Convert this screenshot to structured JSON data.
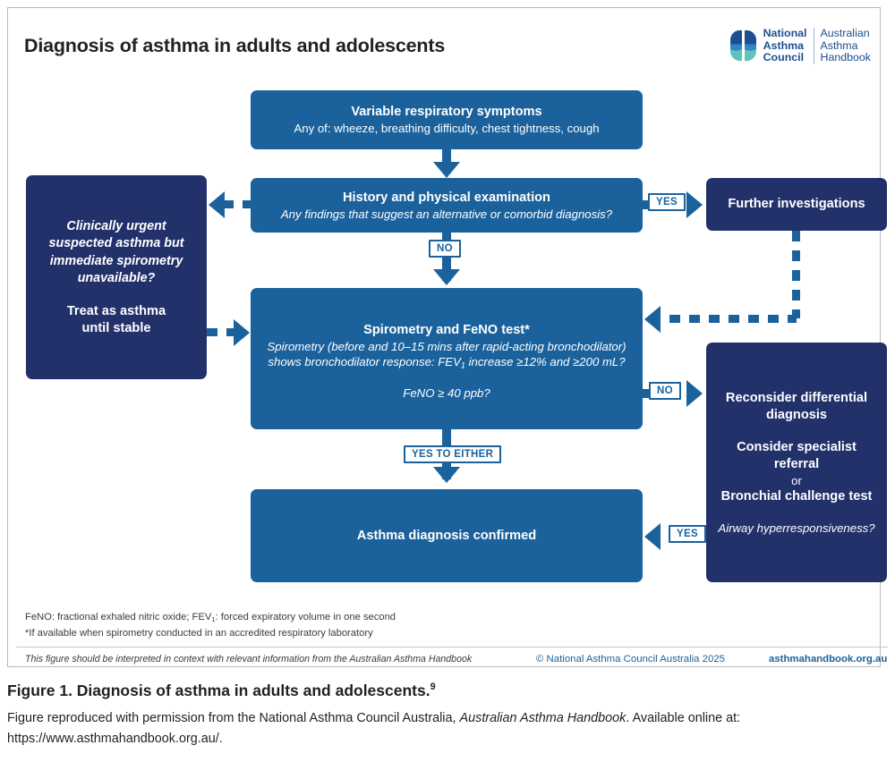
{
  "figure": {
    "title": "Diagnosis of asthma in adults and adolescents",
    "logo": {
      "left_line1": "National",
      "left_line2": "Asthma",
      "left_line3": "Council",
      "right_line1": "Australian",
      "right_line2": "Asthma",
      "right_line3": "Handbook",
      "icon": "lungs-icon"
    }
  },
  "nodes": {
    "symptoms": {
      "title": "Variable respiratory symptoms",
      "sub": "Any of: wheeze, breathing difficulty, chest tightness, cough"
    },
    "history": {
      "title": "History and physical examination",
      "sub": "Any findings that suggest an alternative or comorbid diagnosis?"
    },
    "urgent": {
      "question": "Clinically urgent suspected asthma but immediate spirometry unavailable?",
      "action_line1": "Treat as asthma",
      "action_line2": "until stable"
    },
    "spirometry": {
      "title": "Spirometry and FeNO test*",
      "sub_line1": "Spirometry (before and 10–15 mins after rapid-acting bronchodilator)",
      "sub_line2_a": "shows bronchodilator response: FEV",
      "sub_line2_sub": "1",
      "sub_line2_b": " increase ≥12% and ≥200 mL?",
      "sub_line3": "FeNO ≥ 40 ppb?"
    },
    "further": {
      "title": "Further investigations"
    },
    "reconsider": {
      "line1": "Reconsider differential",
      "line2": "diagnosis",
      "line3": "Consider specialist",
      "line4": "referral",
      "line5": "or",
      "line6": "Bronchial challenge test",
      "line7": "Airway hyperresponsiveness?"
    },
    "confirmed": {
      "title": "Asthma diagnosis confirmed"
    }
  },
  "connectors": {
    "history_yes": "YES",
    "history_no": "NO",
    "spiro_no": "NO",
    "spiro_yes_either": "YES TO EITHER",
    "reconsider_yes": "YES"
  },
  "footnotes": {
    "abbrev_a": "FeNO: fractional exhaled nitric oxide; FEV",
    "abbrev_sub": "1",
    "abbrev_b": ": forced expiratory volume in one second",
    "asterisk": "*If available when spirometry conducted in an accredited respiratory laboratory",
    "interpretation": "This figure should be interpreted in context with relevant information from the Australian Asthma Handbook",
    "copyright": "© National Asthma Council Australia 2025",
    "url": "asthmahandbook.org.au"
  },
  "caption": {
    "title": "Figure 1. Diagnosis of asthma in adults and adolescents.",
    "superscript": "9",
    "body_part1": "Figure reproduced with permission from the National Asthma Council Australia, ",
    "body_italic": "Australian Asthma Handbook",
    "body_part2": ". Available online at: https://www.asthmahandbook.org.au/."
  },
  "colors": {
    "blue": "#1b629c",
    "navy": "#23316b",
    "frame": "#b9b9b9",
    "logo_blue": "#1c4f8f"
  }
}
